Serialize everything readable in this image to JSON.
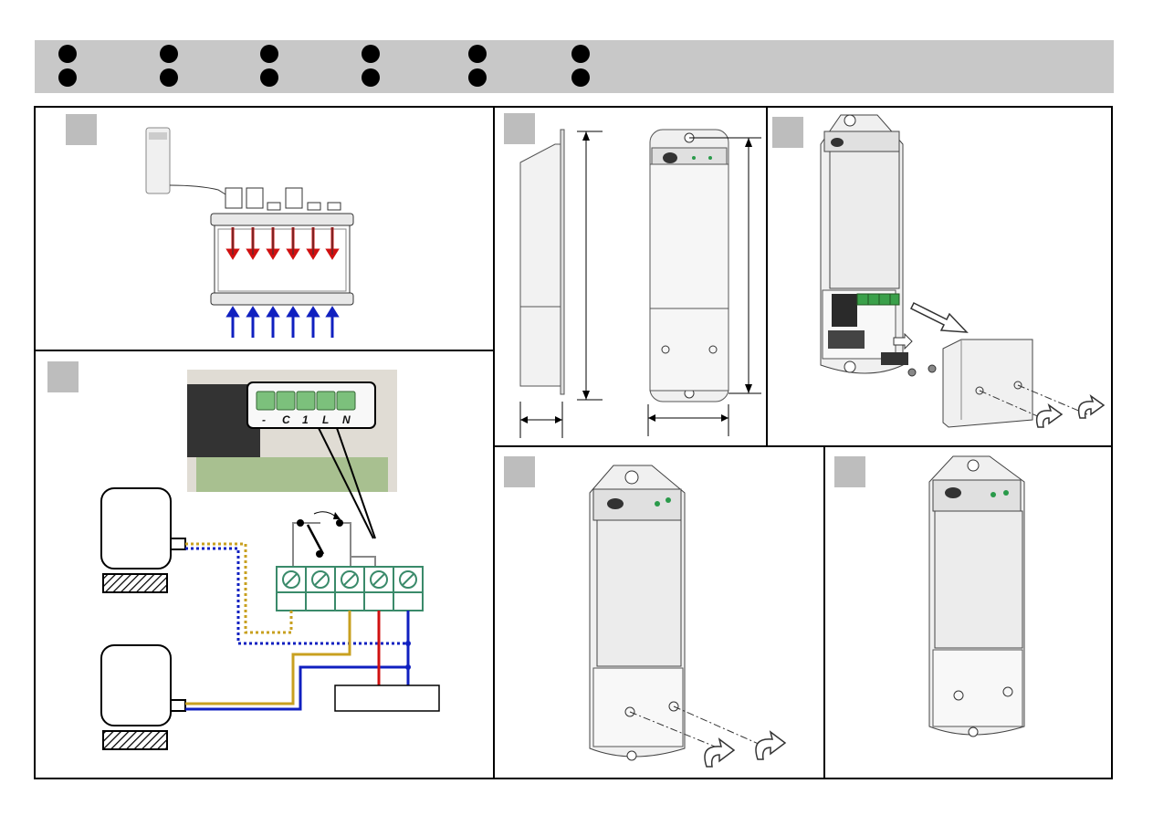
{
  "banner": {
    "color": "#c8c8c8",
    "dot_rows": 2,
    "dots_per_row": 6
  },
  "terminal_labels": [
    "-",
    "C",
    "1",
    "L",
    "N"
  ],
  "colors": {
    "terminal_green": "#3a8a6a",
    "wire_yellow": "#c8a020",
    "wire_blue": "#1020c0",
    "wire_red": "#d01010",
    "arrow_red": "#d01010",
    "arrow_blue": "#1020c0",
    "step_badge": "#bdbdbd"
  },
  "icons": [
    "screw-icon",
    "rotate-arrow-icon",
    "switch-icon",
    "pump-icon"
  ]
}
